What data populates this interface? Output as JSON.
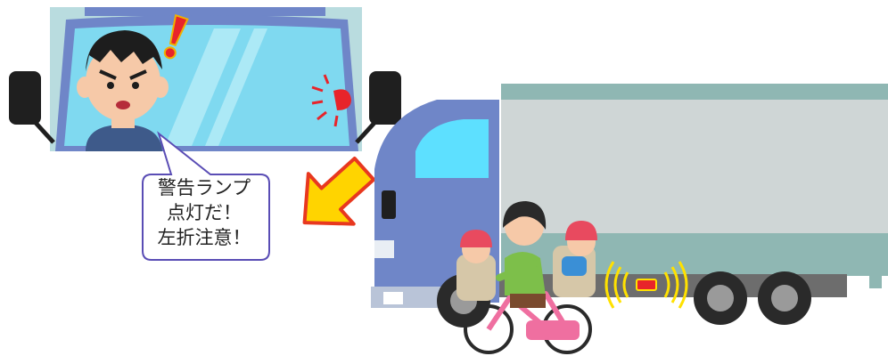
{
  "speech_bubble": {
    "line1": "警告ランプ",
    "line2": "点灯だ！",
    "line3": "左折注意！"
  },
  "colors": {
    "cab_blue": "#6f86c8",
    "windshield": "#7fd9f0",
    "cargo_gray": "#cfd6d6",
    "cargo_stripe": "#8fb7b3",
    "arrow_yellow": "#ffd400",
    "arrow_red": "#e8381f",
    "warning_lamp": "#e8242a",
    "sensor_yellow": "#ffe100",
    "bubble_border": "#5a4db5",
    "helmet_red": "#e84a5f",
    "bicycle_pink": "#ef6fa0",
    "mother_shirt": "#7dbf4a"
  },
  "icons": {
    "exclamation": "exclamation-icon",
    "warning_lamp": "warning-lamp-icon",
    "sensor_waves": "sensor-waves-icon",
    "arrow": "pointer-arrow-icon"
  }
}
